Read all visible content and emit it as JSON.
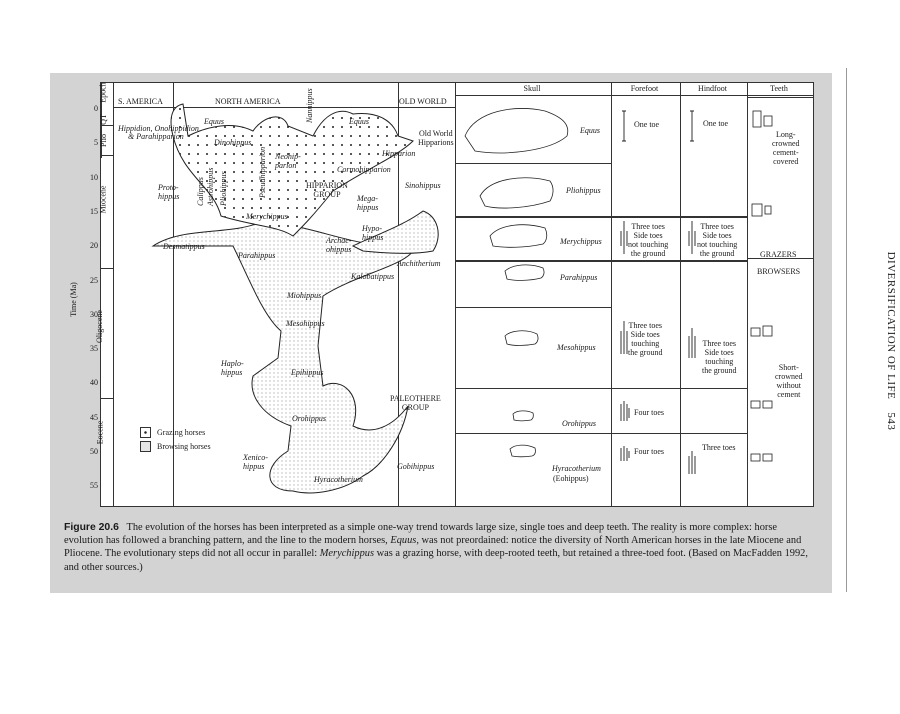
{
  "running_head": {
    "section": "DIVERSIFICATION OF LIFE",
    "page_number": "543"
  },
  "axis": {
    "epoch_header": "Epoch",
    "time_label": "Time (Ma)",
    "ticks": [
      "0",
      "5",
      "10",
      "15",
      "20",
      "25",
      "30",
      "35",
      "40",
      "45",
      "50",
      "55"
    ],
    "epochs": [
      {
        "label": "QT"
      },
      {
        "label": "Plio"
      },
      {
        "label": "Miocene"
      },
      {
        "label": "Oligocene"
      },
      {
        "label": "Eocene"
      }
    ]
  },
  "regions": {
    "south_america": "S. AMERICA",
    "north_america": "NORTH AMERICA",
    "old_world": "OLD WORLD"
  },
  "taxa": {
    "equus_na": "Equus",
    "hippidion": "Hippidion, Onohippidion",
    "parahipparion": "& Parahipparion",
    "equus_ow": "Equus",
    "dinohippus": "Dinohippus",
    "old_world_hipparions": "Old World\nHipparions",
    "neohipparion": "Neohip-\nparion",
    "nannippus": "Nannippus",
    "hipparion": "Hipparion",
    "cormohipparion": "Cormohipparion",
    "pseudhipparion": "Pseudhipparion",
    "protohippus": "Proto-\nhippus",
    "calippus": "Calippus",
    "astrohippus": "Astrohippus",
    "pliohippus": "Pliohippus",
    "hipparion_group": "HIPPARION\nGROUP",
    "sinohippus": "Sinohippus",
    "megahippus": "Mega-\nhippus",
    "merychippus": "Merychippus",
    "hypohippus": "Hypo-\nhippus",
    "desmatippus": "Desmatippus",
    "archaeohippus": "Archae-\nohippus",
    "parahippus": "Parahippus",
    "anchitherium": "Anchitherium",
    "kalobatippus": "Kalobatippus",
    "miohippus": "Miohippus",
    "mesohippus": "Mesohippus",
    "haplohippus": "Haplo-\nhippus",
    "epihippus": "Epihippus",
    "paleothere_group": "PALEOTHERE\nGROUP",
    "orohippus": "Orohippus",
    "xenicohippus": "Xenico-\nhippus",
    "gobihippus": "Gobihippus",
    "hyracotherium": "Hyracotherium"
  },
  "legend": {
    "grazing": "Grazing horses",
    "browsing": "Browsing horses"
  },
  "table": {
    "headers": {
      "skull": "Skull",
      "forefoot": "Forefoot",
      "hindfoot": "Hindfoot",
      "teeth": "Teeth"
    },
    "skull_labels": {
      "equus": "Equus",
      "pliohippus": "Pliohippus",
      "merychippus": "Merychippus",
      "parahippus": "Parahippus",
      "mesohippus": "Mesohippus",
      "orohippus": "Orohippus",
      "hyracotherium": "Hyracotherium",
      "eohippus": "(Eohippus)"
    },
    "forefoot": {
      "one_toe": "One toe",
      "three_not_touching": "Three toes\nSide toes\nnot touching\nthe ground",
      "three_touching": "Three toes\nSide toes\ntouching\nthe ground",
      "four_toes_a": "Four toes",
      "four_toes_b": "Four toes"
    },
    "hindfoot": {
      "one_toe": "One toe",
      "three_not_touching": "Three toes\nSide toes\nnot touching\nthe ground",
      "three_touching": "Three toes\nSide toes\ntouching\nthe ground",
      "three_toes": "Three toes"
    },
    "teeth": {
      "long_crowned": "Long-\ncrowned\ncement-\ncovered",
      "grazers": "GRAZERS",
      "browsers": "BROWSERS",
      "short_crowned": "Short-\ncrowned\nwithout\ncement"
    }
  },
  "caption": {
    "label": "Figure 20.6",
    "t1": "The evolution of the horses has been interpreted as a simple one-way trend towards large size, single toes and deep teeth. The reality is more complex: horse evolution has followed a branching pattern, and the line to the modern horses, ",
    "i1": "Equus",
    "t2": ", was not preordained: notice the diversity of North American horses in the late Miocene and Pliocene. The evolutionary steps did not all occur in parallel: ",
    "i2": "Merychippus",
    "t3": " was a grazing horse, with deep-rooted teeth, but retained a three-toed foot. (Based on MacFadden 1992, and other sources.)"
  },
  "colors": {
    "panel": "#d3d3d3",
    "ink": "#1a1a1a",
    "stipple": "#bbbbbb"
  }
}
